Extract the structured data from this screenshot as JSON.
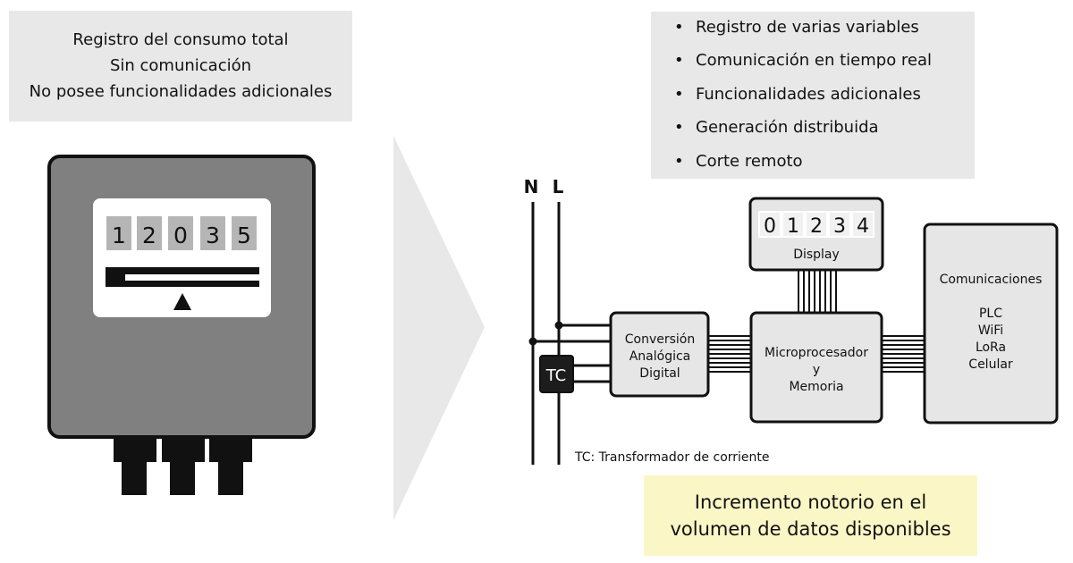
{
  "legacy_meter": {
    "features": [
      "Registro del consumo total",
      "Sin comunicación",
      "No posee funcionalidades adicionales"
    ],
    "counter_digits": [
      "1",
      "2",
      "0",
      "3",
      "5"
    ]
  },
  "smart_meter": {
    "features": [
      "Registro de varias variables",
      "Comunicación en tiempo real",
      "Funcionalidades adicionales",
      "Generación distribuida",
      "Corte remoto"
    ],
    "lines": {
      "neutral": "N",
      "live": "L"
    },
    "display": {
      "digits": [
        "0",
        "1",
        "2",
        "3",
        "4"
      ],
      "label": "Display"
    },
    "current_transformer": "TC",
    "adc": [
      "Conversión",
      "Analógica",
      "Digital"
    ],
    "cpu": [
      "Microprocesador",
      "y",
      "Memoria"
    ],
    "communications": {
      "title": "Comunicaciones",
      "options": [
        "PLC",
        "WiFi",
        "LoRa",
        "Celular"
      ]
    },
    "footnote": "TC: Transformador de corriente"
  },
  "conclusion": {
    "line1": "Incremento notorio en el",
    "line2": "volumen de datos disponibles"
  },
  "colors": {
    "panel": "#e8e8e8",
    "highlight": "#fbf6c6",
    "meter_body": "#808080",
    "box": "#e6e6e6",
    "outline": "#111111"
  }
}
